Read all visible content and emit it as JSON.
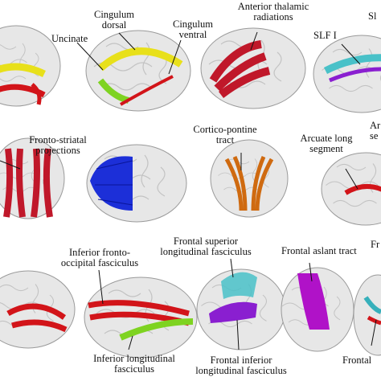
{
  "colors": {
    "brain_fill": "#e7e7e7",
    "brain_stroke": "#9a9a9a",
    "gyri": "#c3c3c3",
    "leader_line": "#111111",
    "yellow": "#e8e01a",
    "red": "#d21419",
    "green": "#7ed321",
    "crimson": "#c0182a",
    "blue": "#1c2fd8",
    "orange": "#cf6a10",
    "cyan": "#49c1c8",
    "purple": "#8a1fd0",
    "magenta": "#b012c8",
    "teal": "#37b0bb"
  },
  "labels": {
    "uncinate": "Uncinate",
    "cingulum_dorsal_1": "Cingulum",
    "cingulum_dorsal_2": "dorsal",
    "cingulum_ventral_1": "Cingulum",
    "cingulum_ventral_2": "ventral",
    "atr_1": "Anterior thalamic",
    "atr_2": "radiations",
    "slf1": "SLF I",
    "slf_partial": "Sl",
    "fronto_striatal_1": "Fronto-striatal",
    "fronto_striatal_2": "projections",
    "cortico_pontine_1": "Cortico-pontine",
    "cortico_pontine_2": "tract",
    "arcuate_long_1": "Arcuate long",
    "arcuate_long_2": "segment",
    "arcuate_ant_1": "Ar",
    "arcuate_ant_2": "se",
    "ifof_1": "Inferior fronto-",
    "ifof_2": "occipital fasciculus",
    "fslf_1": "Frontal superior",
    "fslf_2": "longitudinal fasciculus",
    "fat": "Frontal aslant tract",
    "partial_top_right": "Fr",
    "ilf_1": "Inferior longitudinal",
    "ilf_2": "fasciculus",
    "filf_1": "Frontal inferior",
    "filf_2": "longitudinal fasciculus",
    "partial_bottom_right": "Frontal"
  }
}
